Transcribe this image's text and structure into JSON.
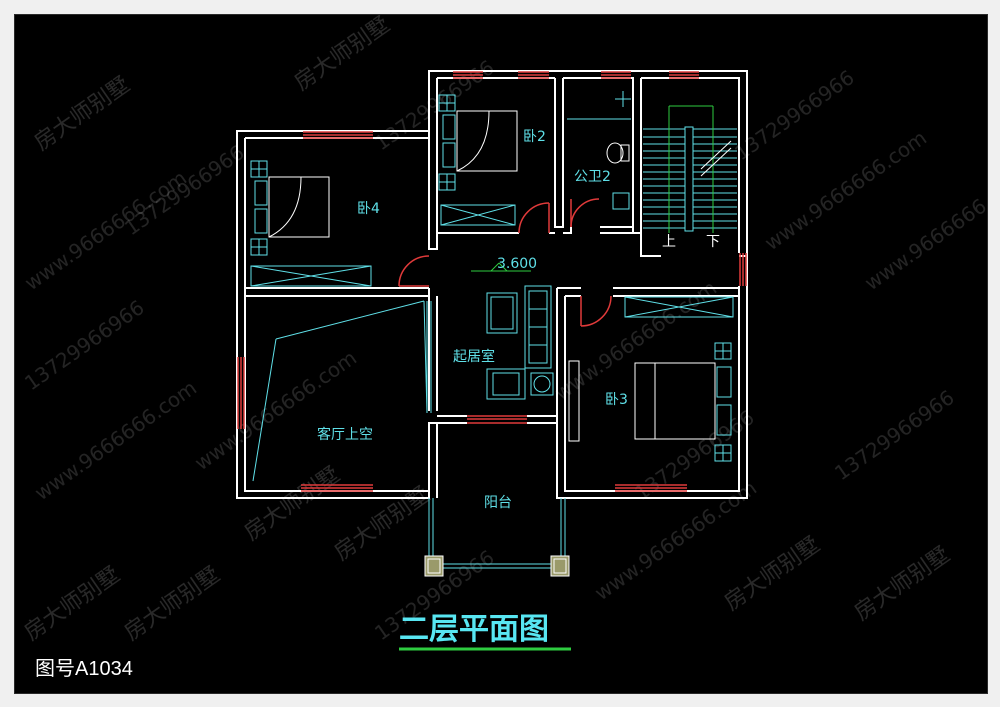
{
  "drawing": {
    "title": "二层平面图",
    "number": "图号A1034",
    "level_mark": "3.600"
  },
  "rooms": {
    "bedroom4": "卧4",
    "bedroom2": "卧2",
    "bathroom2": "公卫2",
    "bedroom3": "卧3",
    "living": "起居室",
    "open_to_below": "客厅上空",
    "balcony": "阳台"
  },
  "stair": {
    "up": "上",
    "down": "下"
  },
  "watermarks": {
    "brand": "房大师别墅",
    "phone": "13729966966",
    "site": "www.9666666.com"
  },
  "colors": {
    "background": "#000000",
    "wall": "#ffffff",
    "window": "#e03a3a",
    "fixture": "#5fe0e8",
    "title": "#58e6f2",
    "title_underline": "#2ecc40"
  }
}
